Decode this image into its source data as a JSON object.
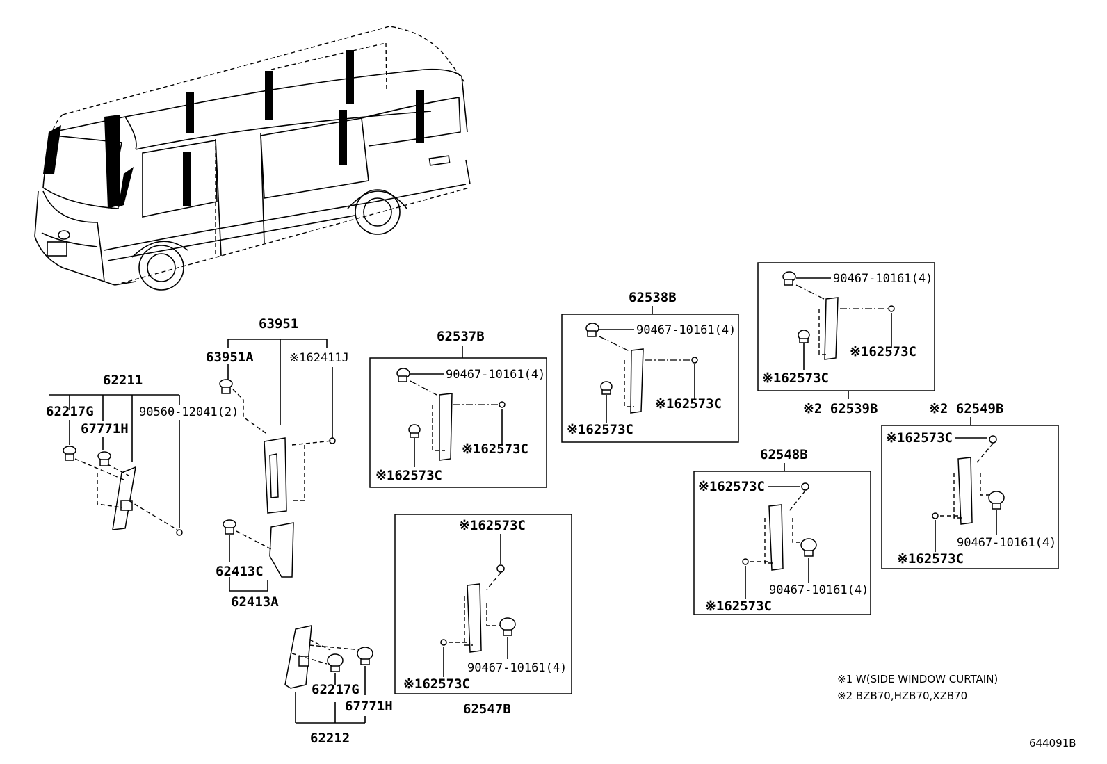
{
  "diagram_id": "644091B",
  "notes": [
    "※1 W(SIDE WINDOW CURTAIN)",
    "※2 BZB70,HZB70,XZB70"
  ],
  "labels": {
    "p62211": "62211",
    "p62217G_a": "62217G",
    "p67771H_a": "67771H",
    "p90560": "90560-12041(2)",
    "p63951": "63951",
    "p63951A": "63951A",
    "p62411J": "※162411J",
    "p62413C": "62413C",
    "p62413A": "62413A",
    "p62212": "62212",
    "p62217G_b": "62217G",
    "p67771H_b": "67771H",
    "p62537B": "62537B",
    "b1_bolt": "90467-10161(4)",
    "b1_clipR": "※162573C",
    "b1_clipL": "※162573C",
    "p62538B": "62538B",
    "b2_bolt": "90467-10161(4)",
    "b2_clipR": "※162573C",
    "b2_clipL": "※162573C",
    "b3_bolt": "90467-10161(4)",
    "b3_clipR": "※162573C",
    "b3_clipL": "※162573C",
    "p62539B": "※2 62539B",
    "p62547B": "62547B",
    "b4_clipTop": "※162573C",
    "b4_bolt": "90467-10161(4)",
    "b4_clipBot": "※162573C",
    "p62548B": "62548B",
    "b5_clipTop": "※162573C",
    "b5_bolt": "90467-10161(4)",
    "b5_clipBot": "※162573C",
    "p62549B": "※2 62549B",
    "b6_clipTop": "※162573C",
    "b6_bolt": "90467-10161(4)",
    "b6_clipBot": "※162573C"
  }
}
